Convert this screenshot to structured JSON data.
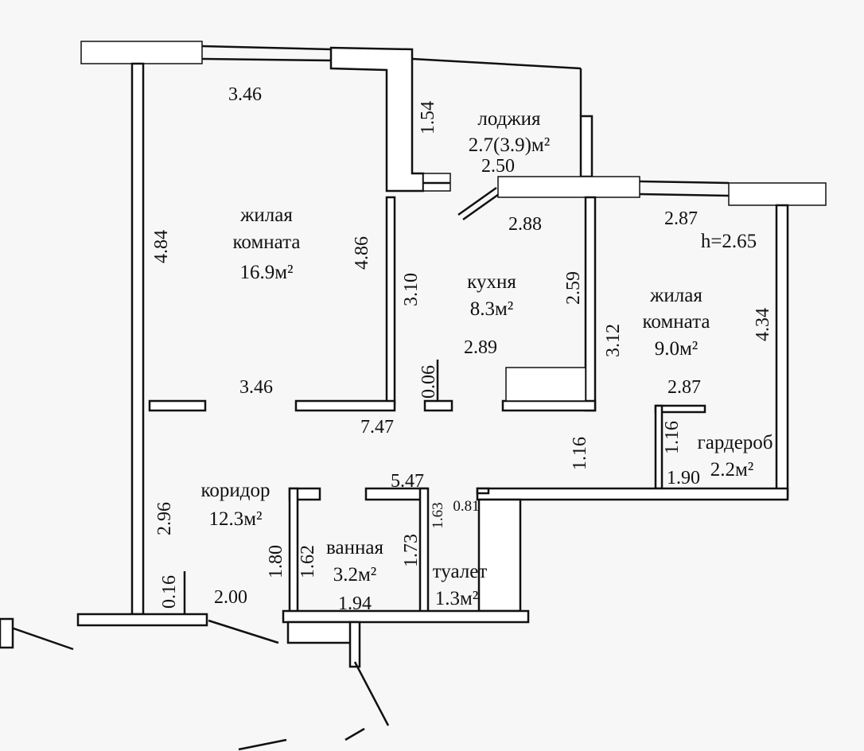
{
  "rooms": {
    "living1": {
      "name_line1": "жилая",
      "name_line2": "комната",
      "area": "16.9м²"
    },
    "loggia": {
      "name": "лоджия",
      "area": "2.7(3.9)м²"
    },
    "kitchen": {
      "name": "кухня",
      "area": "8.3м²"
    },
    "living2": {
      "name_line1": "жилая",
      "name_line2": "комната",
      "area": "9.0м²"
    },
    "wardrobe": {
      "name": "гардероб",
      "area": "2.2м²"
    },
    "corridor": {
      "name": "коридор",
      "area": "12.3м²"
    },
    "bathroom": {
      "name": "ванная",
      "area": "3.2м²"
    },
    "toilet": {
      "name": "туалет",
      "area": "1.3м²"
    }
  },
  "ceiling_height": "h=2.65",
  "dimensions": {
    "living1_top_width": "3.46",
    "living1_left_height": "4.84",
    "living1_right_height": "4.86",
    "living1_bottom_width": "3.46",
    "loggia_depth": "1.54",
    "loggia_width": "2.50",
    "kitchen_top_width": "2.88",
    "kitchen_left_height": "3.10",
    "kitchen_right_height": "2.59",
    "kitchen_bottom_width": "2.89",
    "kitchen_step": "0.06",
    "living2_top_width": "2.87",
    "living2_left_height": "3.12",
    "living2_right_height": "4.34",
    "wardrobe_width": "2.87",
    "wardrobe_height": "1.16",
    "wardrobe_depth": "1.90",
    "corridor_length": "7.47",
    "corridor_right_height": "1.16",
    "corridor_left_height": "2.96",
    "corridor_step": "0.16",
    "corridor_bottom_width": "2.00",
    "bath_block_width": "5.47",
    "bath_left_outer": "1.80",
    "bath_left_inner": "1.62",
    "bath_right_inner": "1.73",
    "bath_bottom_width": "1.94",
    "toilet_height": "1.63",
    "toilet_width": "0.81"
  }
}
